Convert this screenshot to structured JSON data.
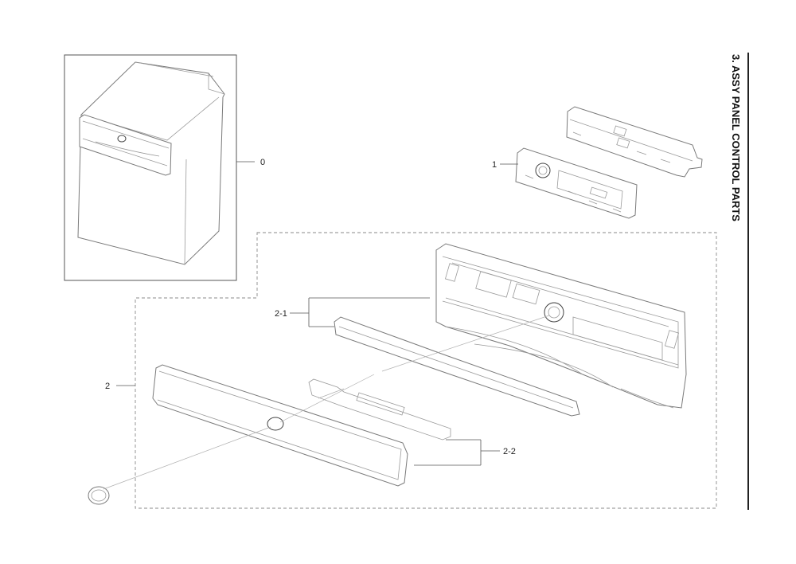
{
  "title": "3. ASSY PANEL CONTROL PARTS",
  "callouts": {
    "c0": "0",
    "c1": "1",
    "c2": "2",
    "c2_1": "2-1",
    "c2_2": "2-2"
  },
  "colors": {
    "line": "#7a7a7a",
    "dashed_frame": "#8a8a8a",
    "title_rule": "#222222"
  }
}
